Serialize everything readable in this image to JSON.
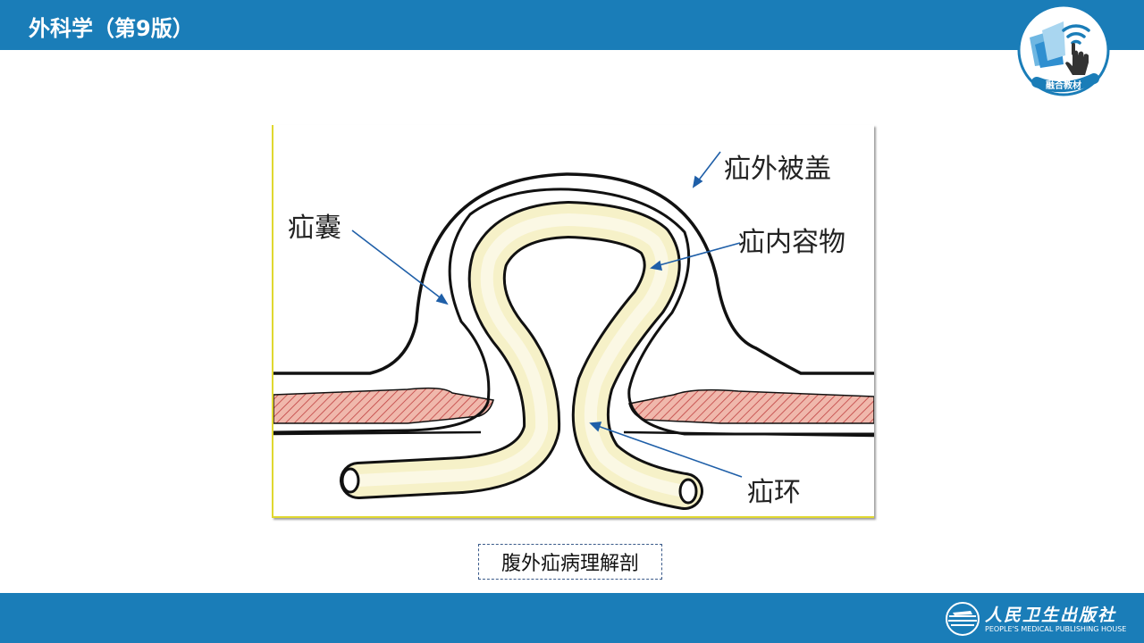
{
  "header": {
    "title": "外科学（第9版）",
    "badge_text": "融合教材",
    "bar_color": "#1a7db8"
  },
  "diagram": {
    "labels": {
      "hernia_covering": "疝外被盖",
      "hernia_sac": "疝囊",
      "hernia_contents": "疝内容物",
      "hernia_ring": "疝环"
    },
    "colors": {
      "outline": "#111111",
      "contents_fill": "#f6f1c8",
      "muscle_fill": "#f0b8ac",
      "muscle_hatch": "#c04040",
      "pointer": "#1f5fa8",
      "frame_edge": "#e0d830"
    }
  },
  "caption": "腹外疝病理解剖",
  "footer": {
    "publisher_cn": "人民卫生出版社",
    "publisher_en": "PEOPLE'S MEDICAL PUBLISHING HOUSE"
  }
}
